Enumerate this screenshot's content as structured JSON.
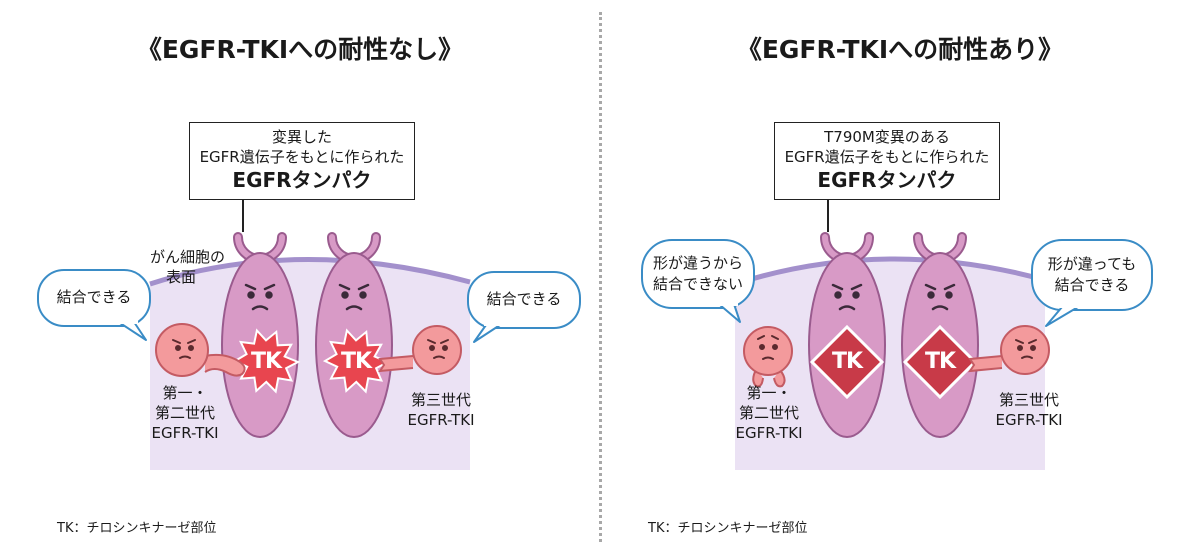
{
  "colors": {
    "cell_membrane": "#cdb7e3",
    "membrane_line": "#9a86c8",
    "protein_fill": "#d89ac6",
    "protein_stroke": "#9a5b8e",
    "tk_star": "#e8454f",
    "tk_diamond": "#c83a48",
    "drug_fill": "#f39a9c",
    "drug_stroke": "#c45b63",
    "bubble_stroke": "#3a8cc6"
  },
  "icons": [
    "protein-face",
    "drug-character-face",
    "speech-bubble",
    "tk-star-badge",
    "tk-diamond-badge"
  ],
  "left": {
    "title": "《EGFR-TKIへの耐性なし》",
    "label": {
      "line1": "変異した",
      "line2": "EGFR遺伝子をもとに作られた",
      "line3": "EGFRタンパク"
    },
    "cell_surface": {
      "line1": "がん細胞の",
      "line2": "表面"
    },
    "bubble_left": {
      "line1": "結合できる"
    },
    "bubble_right": {
      "line1": "結合できる"
    },
    "tk": [
      "TK",
      "TK"
    ],
    "drug_left": {
      "line1": "第一・",
      "line2": "第二世代",
      "line3": "EGFR-TKI"
    },
    "drug_right": {
      "line1": "第三世代",
      "line2": "EGFR-TKI"
    },
    "footnote": "TK：チロシンキナーゼ部位"
  },
  "right": {
    "title": "《EGFR-TKIへの耐性あり》",
    "label": {
      "line1": "T790M変異のある",
      "line2": "EGFR遺伝子をもとに作られた",
      "line3": "EGFRタンパク"
    },
    "bubble_left": {
      "line1": "形が違うから",
      "line2": "結合できない"
    },
    "bubble_right": {
      "line1": "形が違っても",
      "line2": "結合できる"
    },
    "tk": [
      "TK",
      "TK"
    ],
    "drug_left": {
      "line1": "第一・",
      "line2": "第二世代",
      "line3": "EGFR-TKI"
    },
    "drug_right": {
      "line1": "第三世代",
      "line2": "EGFR-TKI"
    },
    "footnote": "TK：チロシンキナーゼ部位"
  }
}
